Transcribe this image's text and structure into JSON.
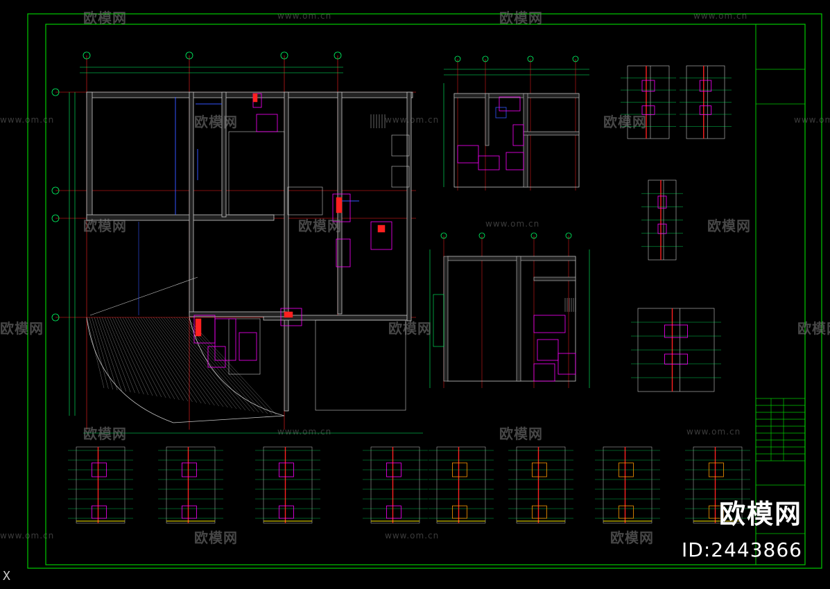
{
  "watermark": {
    "brand": "欧模网",
    "url": "www.om.cn"
  },
  "brand_logo": {
    "name": "欧模网",
    "id_label": "ID:2443866"
  },
  "ucs_marker": "X",
  "colors": {
    "background": "#000000",
    "frame": "#00cc00",
    "wall": "#c8c8c8",
    "axis": "#ff2020",
    "dimension": "#00ff66",
    "highlight": "#ff00ff",
    "text": "#e0e0e0",
    "accent_orange": "#ff9900",
    "accent_yellow": "#ffee00",
    "accent_blue": "#3355ff"
  }
}
